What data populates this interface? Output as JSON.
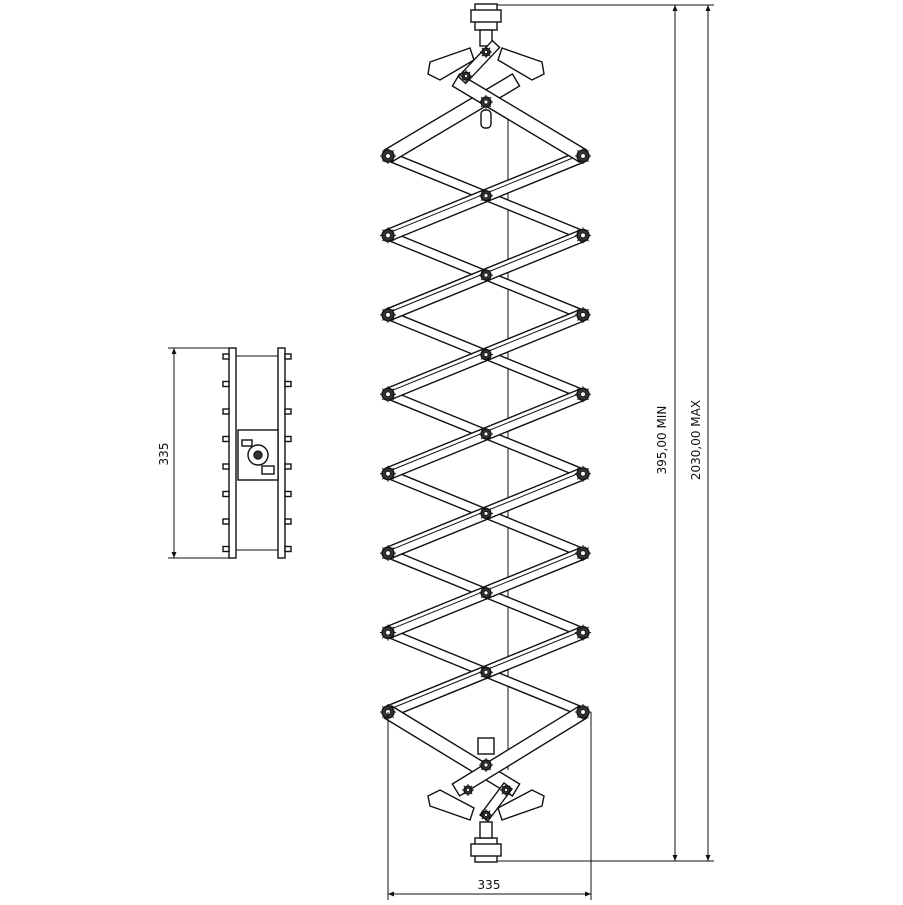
{
  "dimensions": {
    "side_height": "335",
    "front_width": "335",
    "min_height": "395,00 MIN",
    "max_height": "2030,00 MAX"
  },
  "scissor": {
    "stages": 7
  }
}
